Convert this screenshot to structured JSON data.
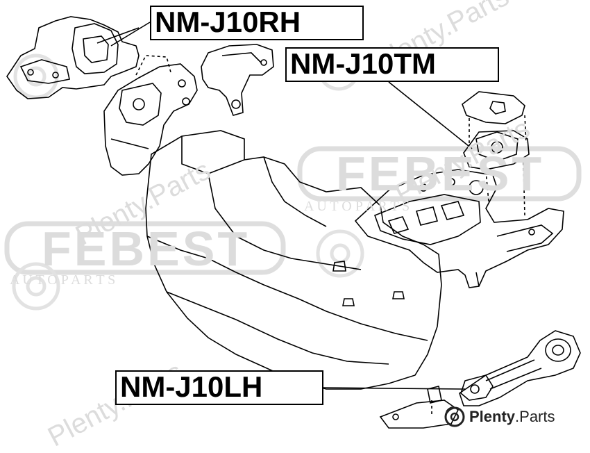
{
  "labels": {
    "rh": "NM-J10RH",
    "tm": "NM-J10TM",
    "lh": "NM-J10LH"
  },
  "watermarks": {
    "febest": "FEBEST",
    "auto_parts": "A U T O   P A R T S",
    "plenty_parts": "Plenty.Parts"
  },
  "brand": {
    "name_bold": "Plenty",
    "name_rest": ".Parts",
    "icon": "disc-brake-icon"
  },
  "colors": {
    "line": "#000000",
    "watermark": "#dcdcdc",
    "background": "#ffffff"
  }
}
